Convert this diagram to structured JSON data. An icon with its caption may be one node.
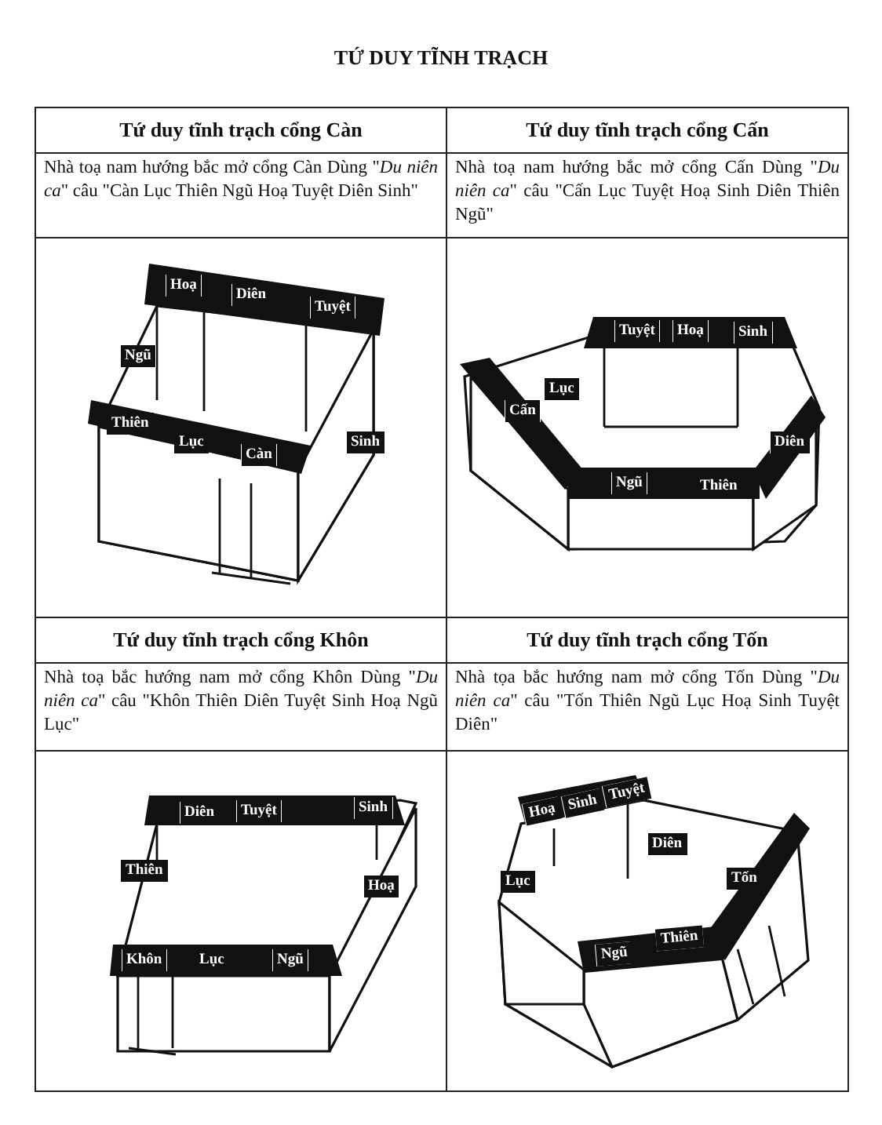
{
  "diagram": {
    "title": "TỨ DUY TĨNH TRẠCH",
    "nodes": [
      {
        "text": [
          "Tứ duy tĩnh trạch cổng Càn",
          "Nhà toạ nam hướng bắc mở cổng Càn Dùng \"*Du niên ca*\" câu \"Càn Lục Thiên Ngũ Hoạ Tuyệt Diên Sinh\""
        ]
      },
      {
        "text": [
          "Hoạ"
        ],
        "in": 0
      },
      {
        "text": [
          "Diên"
        ],
        "in": 0
      },
      {
        "text": [
          "Tuyệt"
        ],
        "in": 0
      },
      {
        "text": [
          "Ngũ"
        ],
        "in": 0
      },
      {
        "text": [
          "Thiên"
        ],
        "in": 0
      },
      {
        "text": [
          "Lục"
        ],
        "in": 0
      },
      {
        "text": [
          "Càn"
        ],
        "in": 0
      },
      {
        "text": [
          "Sinh"
        ],
        "in": 0
      },
      {
        "text": [
          "Tứ duy tĩnh trạch cổng Cấn",
          "Nhà toạ nam hướng bắc mở cổng Cấn Dùng \"*Du niên ca*\" câu \"Cấn Lục Tuyệt Hoạ Sinh Diên Thiên Ngũ\""
        ]
      },
      {
        "text": [
          "Tuyệt"
        ],
        "in": 9
      },
      {
        "text": [
          "Hoạ"
        ],
        "in": 9
      },
      {
        "text": [
          "Sinh"
        ],
        "in": 9
      },
      {
        "text": [
          "Lục"
        ],
        "in": 9
      },
      {
        "text": [
          "Cấn"
        ],
        "in": 9
      },
      {
        "text": [
          "Ngũ"
        ],
        "in": 9
      },
      {
        "text": [
          "Thiên"
        ],
        "in": 9
      },
      {
        "text": [
          "Diên"
        ],
        "in": 9
      },
      {
        "text": [
          "Tứ duy tĩnh trạch cổng Khôn",
          "Nhà toạ bắc hướng nam mở cổng Khôn Dùng \"*Du niên ca*\" câu \"Khôn Thiên Diên Tuyệt Sinh Hoạ Ngũ Lục\""
        ]
      },
      {
        "text": [
          "Diên"
        ],
        "in": 18
      },
      {
        "text": [
          "Tuyệt"
        ],
        "in": 18
      },
      {
        "text": [
          "Sinh"
        ],
        "in": 18
      },
      {
        "text": [
          "Thiên"
        ],
        "in": 18
      },
      {
        "text": [
          "Hoạ"
        ],
        "in": 18
      },
      {
        "text": [
          "Khôn"
        ],
        "in": 18
      },
      {
        "text": [
          "Lục"
        ],
        "in": 18
      },
      {
        "text": [
          "Ngũ"
        ],
        "in": 18
      },
      {
        "text": [
          "Tứ duy tĩnh trạch cổng Tốn",
          "Nhà tọa bắc hướng nam mở cổng Tốn Dùng \"*Du niên ca*\" câu \"Tốn Thiên Ngũ Lục Hoạ Sinh Tuyệt Diên\""
        ]
      },
      {
        "text": [
          "Hoạ"
        ],
        "in": 27
      },
      {
        "text": [
          "Sinh"
        ],
        "in": 27
      },
      {
        "text": [
          "Tuyệt"
        ],
        "in": 27
      },
      {
        "text": [
          "Diên"
        ],
        "in": 27
      },
      {
        "text": [
          "Lục"
        ],
        "in": 27
      },
      {
        "text": [
          "Tốn"
        ],
        "in": 27
      },
      {
        "text": [
          "Ngũ"
        ],
        "in": 27
      },
      {
        "text": [
          "Thiên"
        ],
        "in": 27
      }
    ]
  }
}
